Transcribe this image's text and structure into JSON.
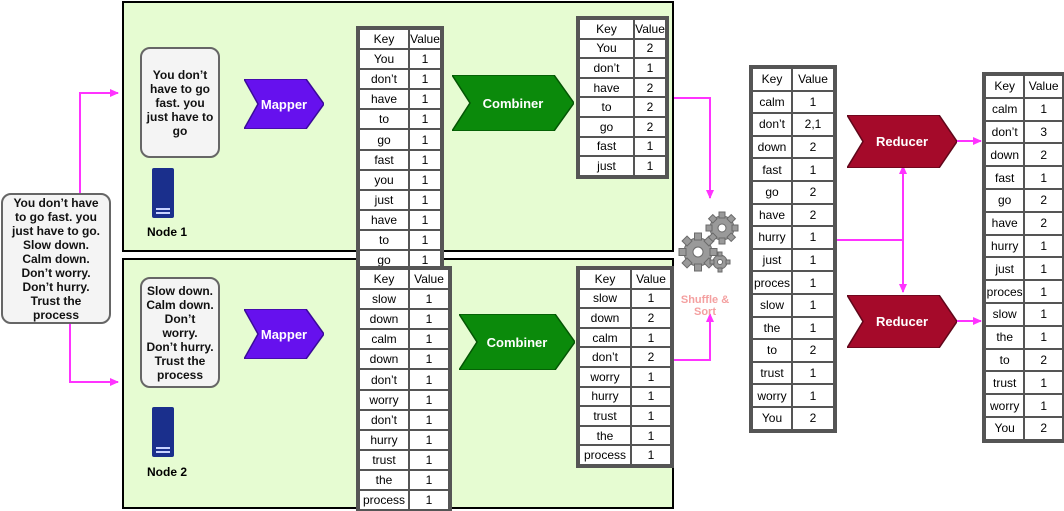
{
  "input": {
    "text": "You don’t have to go fast. you just have to go. Slow down. Calm down. Don’t worry. Don’t hurry. Trust the process"
  },
  "nodes": [
    {
      "label": "Node 1",
      "split_text": "You don’t have to go fast. you just have to go",
      "mapper_label": "Mapper",
      "combiner_label": "Combiner",
      "mapper_output": {
        "headers": [
          "Key",
          "Value"
        ],
        "rows": [
          [
            "You",
            "1"
          ],
          [
            "don’t",
            "1"
          ],
          [
            "have",
            "1"
          ],
          [
            "to",
            "1"
          ],
          [
            "go",
            "1"
          ],
          [
            "fast",
            "1"
          ],
          [
            "you",
            "1"
          ],
          [
            "just",
            "1"
          ],
          [
            "have",
            "1"
          ],
          [
            "to",
            "1"
          ],
          [
            "go",
            "1"
          ]
        ]
      },
      "combiner_output": {
        "headers": [
          "Key",
          "Value"
        ],
        "rows": [
          [
            "You",
            "2"
          ],
          [
            "don’t",
            "1"
          ],
          [
            "have",
            "2"
          ],
          [
            "to",
            "2"
          ],
          [
            "go",
            "2"
          ],
          [
            "fast",
            "1"
          ],
          [
            "just",
            "1"
          ]
        ]
      }
    },
    {
      "label": "Node 2",
      "split_text": "Slow down. Calm down. Don’t worry. Don’t hurry. Trust the process",
      "mapper_label": "Mapper",
      "combiner_label": "Combiner",
      "mapper_output": {
        "headers": [
          "Key",
          "Value"
        ],
        "rows": [
          [
            "slow",
            "1"
          ],
          [
            "down",
            "1"
          ],
          [
            "calm",
            "1"
          ],
          [
            "down",
            "1"
          ],
          [
            "don’t",
            "1"
          ],
          [
            "worry",
            "1"
          ],
          [
            "don’t",
            "1"
          ],
          [
            "hurry",
            "1"
          ],
          [
            "trust",
            "1"
          ],
          [
            "the",
            "1"
          ],
          [
            "process",
            "1"
          ]
        ]
      },
      "combiner_output": {
        "headers": [
          "Key",
          "Value"
        ],
        "rows": [
          [
            "slow",
            "1"
          ],
          [
            "down",
            "2"
          ],
          [
            "calm",
            "1"
          ],
          [
            "don’t",
            "2"
          ],
          [
            "worry",
            "1"
          ],
          [
            "hurry",
            "1"
          ],
          [
            "trust",
            "1"
          ],
          [
            "the",
            "1"
          ],
          [
            "process",
            "1"
          ]
        ]
      }
    }
  ],
  "shuffle": {
    "label": "Shuffle & Sort",
    "icon": "gears-icon",
    "output": {
      "headers": [
        "Key",
        "Value"
      ],
      "rows": [
        [
          "calm",
          "1"
        ],
        [
          "don’t",
          "2,1"
        ],
        [
          "down",
          "2"
        ],
        [
          "fast",
          "1"
        ],
        [
          "go",
          "2"
        ],
        [
          "have",
          "2"
        ],
        [
          "hurry",
          "1"
        ],
        [
          "just",
          "1"
        ],
        [
          "proces",
          "1"
        ],
        [
          "slow",
          "1"
        ],
        [
          "the",
          "1"
        ],
        [
          "to",
          "2"
        ],
        [
          "trust",
          "1"
        ],
        [
          "worry",
          "1"
        ],
        [
          "You",
          "2"
        ]
      ]
    }
  },
  "reducers": [
    {
      "label": "Reducer"
    },
    {
      "label": "Reducer"
    }
  ],
  "final_output": {
    "headers": [
      "Key",
      "Value"
    ],
    "rows": [
      [
        "calm",
        "1"
      ],
      [
        "don’t",
        "3"
      ],
      [
        "down",
        "2"
      ],
      [
        "fast",
        "1"
      ],
      [
        "go",
        "2"
      ],
      [
        "have",
        "2"
      ],
      [
        "hurry",
        "1"
      ],
      [
        "just",
        "1"
      ],
      [
        "proces",
        "1"
      ],
      [
        "slow",
        "1"
      ],
      [
        "the",
        "1"
      ],
      [
        "to",
        "2"
      ],
      [
        "trust",
        "1"
      ],
      [
        "worry",
        "1"
      ],
      [
        "You",
        "2"
      ]
    ]
  },
  "colors": {
    "connector": "#ff33ff",
    "mapper": "#6611ee",
    "combiner": "#0b8a0b",
    "reducer": "#a50a2a",
    "node_background": "#e6fcd2",
    "server": "#1a2f8c"
  }
}
